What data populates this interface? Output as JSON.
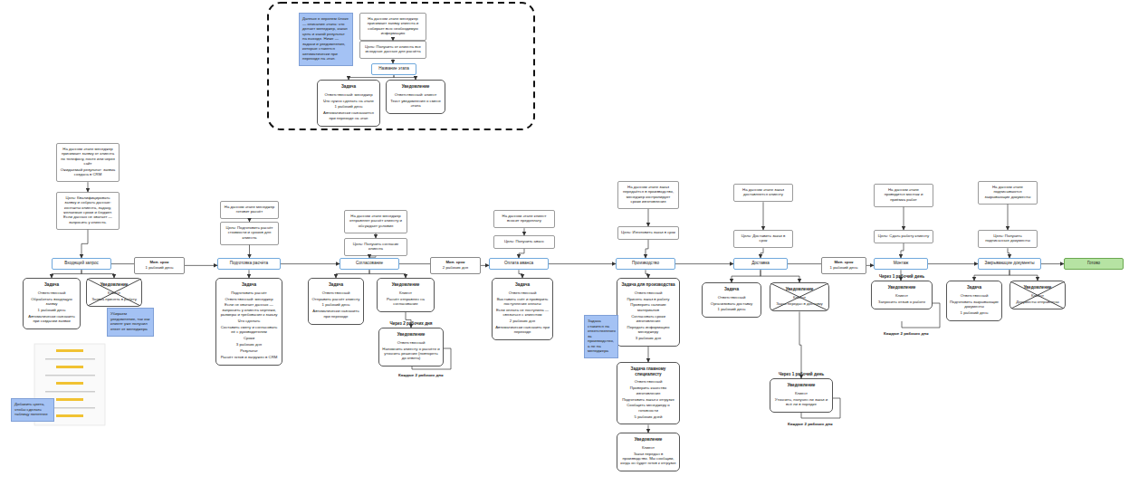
{
  "diagram": {
    "nodes": [
      {
        "text": [
          "Данные в верхнем блоке — описание этапа: что делает менеджер, какая цель и какой результат на выходе. Ниже — задачи и уведомления, которые ставятся автоматически при переходе на этап."
        ]
      },
      {
        "text": [
          "На данном этапе менеджер принимает заявку клиента и собирает всю необходимую информацию"
        ]
      },
      {
        "text": [
          "Цель: Получить от клиента все исходные данные для расчёта"
        ]
      },
      {
        "text": [
          "Название этапа"
        ]
      },
      {
        "text": [
          "Задача",
          "Ответственный: менеджер",
          "Что нужно сделать на этапе",
          "1 рабочий день",
          "Автоматически назначается при переходе на этап"
        ]
      },
      {
        "text": [
          "Уведомление",
          "Ответственный: клиент",
          "Текст уведомления о смене этапа"
        ]
      },
      {
        "text": [
          "На данном этапе менеджер принимает заявку от клиента по телефону, почте или через сайт",
          "Ожидаемый результат: заявка создана в CRM"
        ]
      },
      {
        "text": [
          "Цель: Квалифицировать заявку и собрать данные: контакты клиента, задачу, желаемые сроки и бюджет. Если данных не хватает — запросить у клиента."
        ]
      },
      {
        "text": [
          "Входящий запрос"
        ]
      },
      {
        "text": [
          "Задача",
          "Ответственный",
          "Обработать входящую заявку",
          "1 рабочий день",
          "Автоматически назначить при создании заявки"
        ]
      },
      {
        "text": [
          "Уведомление",
          "Клиент",
          "Заявка принята в работу"
        ]
      },
      {
        "text": [
          "Убираем уведомление, так как клиент уже получил ответ от менеджера"
        ]
      },
      {
        "text": [
          "Добавить цвета, чтобы сделать таблицу понятнее"
        ]
      },
      {
        "text": [
          "Мин. срок",
          "1 рабочий день"
        ]
      },
      {
        "text": [
          "На данном этапе менеджер готовит расчёт"
        ]
      },
      {
        "text": [
          "Цель: Подготовить расчёт стоимости и сроков для клиента"
        ]
      },
      {
        "text": [
          "Подготовка расчёта"
        ]
      },
      {
        "text": [
          "Задача",
          "Подготовить расчёт",
          "Ответственный: менеджер",
          "Если не хватает данных — запросить у клиента чертежи, размеры и требования к заказу",
          "Что сделать",
          "Составить смету и согласовать её с руководителем",
          "Сроки",
          "3 рабочих дня",
          "Результат",
          "Расчёт готов и загружен в CRM"
        ]
      },
      {
        "text": [
          "На данном этапе менеджер отправляет расчёт клиенту и обсуждает условия"
        ]
      },
      {
        "text": [
          "Цель: Получить согласие клиента"
        ]
      },
      {
        "text": [
          "Согласование"
        ]
      },
      {
        "text": [
          "Задача",
          "Ответственный",
          "Отправить расчёт клиенту",
          "1 рабочий день",
          "Автоматически назначить при переходе"
        ]
      },
      {
        "text": [
          "Уведомление",
          "Клиент",
          "Расчёт отправлен на согласование"
        ]
      },
      {
        "text": [
          "Через 2 рабочих дня",
          "Уведомление",
          "Ответственный",
          "Напомнить клиенту о расчёте и уточнить решение (повторять до ответа)"
        ]
      },
      {
        "text": [
          "Мин. срок",
          "2 рабочих дня"
        ]
      },
      {
        "text": [
          "На данном этапе клиент вносит предоплату"
        ]
      },
      {
        "text": [
          "Цель: Получить аванс"
        ]
      },
      {
        "text": [
          "Оплата аванса"
        ]
      },
      {
        "text": [
          "Задача",
          "Ответственный",
          "Выставить счёт и проверить поступление оплаты",
          "Если оплата не поступила — связаться с клиентом",
          "2 рабочих дня",
          "Автоматически назначить при переходе"
        ]
      },
      {
        "text": [
          "На данном этапе заказ передаётся в производство, менеджер контролирует сроки изготовления"
        ]
      },
      {
        "text": [
          "Цель: Изготовить заказ в срок"
        ]
      },
      {
        "text": [
          "Производство"
        ]
      },
      {
        "text": [
          "Задача для производства",
          "Ответственный",
          "Принять заказ в работу",
          "Проверить наличие материалов",
          "Согласовать сроки изготовления",
          "Передать информацию менеджеру",
          "3 рабочих дня"
        ]
      },
      {
        "text": [
          "Задача ставится на ответственного за производство, а не на менеджера"
        ]
      },
      {
        "text": [
          "Задача главному специалисту",
          "Ответственный",
          "Проверить качество изготовления",
          "Подготовить заказ к отгрузке",
          "Сообщить менеджеру о готовности",
          "5 рабочих дней"
        ]
      },
      {
        "text": [
          "Уведомление",
          "Клиент",
          "Заказ передан в производство. Мы сообщим, когда он будет готов к отгрузке"
        ]
      },
      {
        "text": [
          "На данном этапе заказ доставляется клиенту"
        ]
      },
      {
        "text": [
          "Цель: Доставить заказ в срок"
        ]
      },
      {
        "text": [
          "Доставка"
        ]
      },
      {
        "text": [
          "Задача",
          "Ответственный",
          "Организовать доставку",
          "1 рабочий день"
        ]
      },
      {
        "text": [
          "Уведомление",
          "Клиент",
          "Заказ передан в доставку"
        ]
      },
      {
        "text": [
          "Через 1 рабочий день",
          "Уведомление",
          "Клиент",
          "Уточнить, получен ли заказ и всё ли в порядке"
        ]
      },
      {
        "text": [
          "Мин. срок",
          "1 рабочий день"
        ]
      },
      {
        "text": [
          "На данном этапе проводится монтаж и приёмка работ"
        ]
      },
      {
        "text": [
          "Цель: Сдать работу клиенту"
        ]
      },
      {
        "text": [
          "Монтаж"
        ]
      },
      {
        "text": [
          "Через 1 рабочий день",
          "Уведомление",
          "Клиент",
          "Запросить отзыв о работе"
        ]
      },
      {
        "text": [
          "На данном этапе подписываются закрывающие документы"
        ]
      },
      {
        "text": [
          "Цель: Получить подписанные документы"
        ]
      },
      {
        "text": [
          "Закрывающие документы"
        ]
      },
      {
        "text": [
          "Задача",
          "Ответственный",
          "Подготовить закрывающие документы",
          "1 рабочий день"
        ]
      },
      {
        "text": [
          "Уведомление",
          "Клиент",
          "Документы отправлены"
        ]
      },
      {
        "text": [
          "Готово"
        ]
      }
    ],
    "edges": [
      {
        "from": 1,
        "to": 2,
        "arrow": "to"
      },
      {
        "from": 2,
        "to": 3,
        "arrow": "to"
      },
      {
        "from": 3,
        "to": 4,
        "arrow": "to"
      },
      {
        "from": 3,
        "to": 5,
        "arrow": "to"
      },
      {
        "from": 6,
        "to": 7,
        "arrow": "to"
      },
      {
        "from": 7,
        "to": 8,
        "arrow": "to"
      },
      {
        "from": 8,
        "to": 9,
        "arrow": "to"
      },
      {
        "from": 8,
        "to": 10,
        "arrow": "to"
      },
      {
        "from": 8,
        "to": 13,
        "arrow": "none"
      },
      {
        "from": 13,
        "to": 16,
        "arrow": "to"
      },
      {
        "from": 14,
        "to": 15,
        "arrow": "to"
      },
      {
        "from": 15,
        "to": 16,
        "arrow": "to"
      },
      {
        "from": 16,
        "to": 17,
        "arrow": "to"
      },
      {
        "from": 16,
        "to": 20,
        "arrow": "to"
      },
      {
        "from": 18,
        "to": 19,
        "arrow": "to"
      },
      {
        "from": 19,
        "to": 20,
        "arrow": "to"
      },
      {
        "from": 20,
        "to": 21,
        "arrow": "to"
      },
      {
        "from": 20,
        "to": 22,
        "arrow": "to"
      },
      {
        "from": 22,
        "to": 23,
        "arrow": "to"
      },
      {
        "from": 20,
        "to": 24,
        "arrow": "none"
      },
      {
        "from": 24,
        "to": 27,
        "arrow": "to"
      },
      {
        "from": 25,
        "to": 26,
        "arrow": "to"
      },
      {
        "from": 26,
        "to": 27,
        "arrow": "to"
      },
      {
        "from": 27,
        "to": 28,
        "arrow": "to"
      },
      {
        "from": 27,
        "to": 31,
        "arrow": "to"
      },
      {
        "from": 29,
        "to": 30,
        "arrow": "to"
      },
      {
        "from": 30,
        "to": 31,
        "arrow": "to"
      },
      {
        "from": 31,
        "to": 32,
        "arrow": "to"
      },
      {
        "from": 32,
        "to": 34,
        "arrow": "to"
      },
      {
        "from": 34,
        "to": 35,
        "arrow": "to"
      },
      {
        "from": 31,
        "to": 38,
        "arrow": "to"
      },
      {
        "from": 36,
        "to": 37,
        "arrow": "to"
      },
      {
        "from": 37,
        "to": 38,
        "arrow": "to"
      },
      {
        "from": 38,
        "to": 39,
        "arrow": "to"
      },
      {
        "from": 38,
        "to": 40,
        "arrow": "to"
      },
      {
        "from": 40,
        "to": 41,
        "arrow": "to"
      },
      {
        "from": 38,
        "to": 42,
        "arrow": "none"
      },
      {
        "from": 42,
        "to": 45,
        "arrow": "to"
      },
      {
        "from": 43,
        "to": 44,
        "arrow": "to"
      },
      {
        "from": 44,
        "to": 45,
        "arrow": "to"
      },
      {
        "from": 45,
        "to": 46,
        "arrow": "to"
      },
      {
        "from": 45,
        "to": 49,
        "arrow": "to"
      },
      {
        "from": 47,
        "to": 48,
        "arrow": "to"
      },
      {
        "from": 48,
        "to": 49,
        "arrow": "to"
      },
      {
        "from": 49,
        "to": 50,
        "arrow": "to"
      },
      {
        "from": 49,
        "to": 51,
        "arrow": "to"
      },
      {
        "from": 49,
        "to": 52,
        "arrow": "to"
      }
    ],
    "labels": [
      "Каждые 2 рабочих дня",
      "Каждые 2 рабочих дня",
      "Каждые 2 рабочих дня"
    ]
  }
}
